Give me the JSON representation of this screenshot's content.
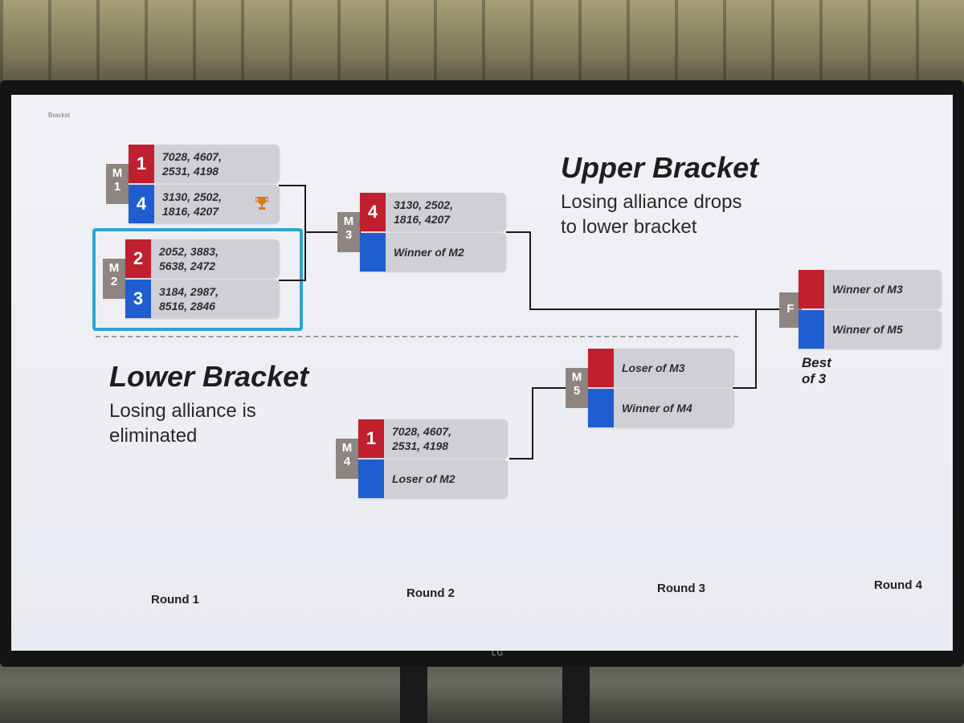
{
  "tab_label": "Bracket",
  "upper": {
    "title": "Upper Bracket",
    "desc_line1": "Losing alliance drops",
    "desc_line2": "to lower bracket"
  },
  "lower": {
    "title": "Lower Bracket",
    "desc_line1": "Losing alliance is",
    "desc_line2": "eliminated"
  },
  "matches": {
    "m1": {
      "label_a": "M",
      "label_b": "1",
      "red": {
        "seed": "1",
        "line1": "7028, 4607,",
        "line2": "2531, 4198"
      },
      "blue": {
        "seed": "4",
        "line1": "3130, 2502,",
        "line2": "1816, 4207"
      }
    },
    "m2": {
      "label_a": "M",
      "label_b": "2",
      "red": {
        "seed": "2",
        "line1": "2052, 3883,",
        "line2": "5638, 2472"
      },
      "blue": {
        "seed": "3",
        "line1": "3184, 2987,",
        "line2": "8516, 2846"
      }
    },
    "m3": {
      "label_a": "M",
      "label_b": "3",
      "red": {
        "seed": "4",
        "line1": "3130, 2502,",
        "line2": "1816, 4207"
      },
      "blue": {
        "text": "Winner of M2"
      }
    },
    "m4": {
      "label_a": "M",
      "label_b": "4",
      "red": {
        "seed": "1",
        "line1": "7028, 4607,",
        "line2": "2531, 4198"
      },
      "blue": {
        "text": "Loser of M2"
      }
    },
    "m5": {
      "label_a": "M",
      "label_b": "5",
      "red": {
        "text": "Loser of M3"
      },
      "blue": {
        "text": "Winner of M4"
      }
    },
    "final": {
      "label": "F",
      "red": {
        "text": "Winner of M3"
      },
      "blue": {
        "text": "Winner of M5"
      },
      "note": "Best of 3"
    }
  },
  "rounds": [
    "Round 1",
    "Round 2",
    "Round 3",
    "Round 4"
  ],
  "brand": "LG",
  "colors": {
    "red": "#c01f2e",
    "blue": "#1f5ed0",
    "highlight": "#2fa3d0",
    "trophy": "#d77a1f"
  },
  "icons": {
    "winner": "trophy-icon"
  }
}
